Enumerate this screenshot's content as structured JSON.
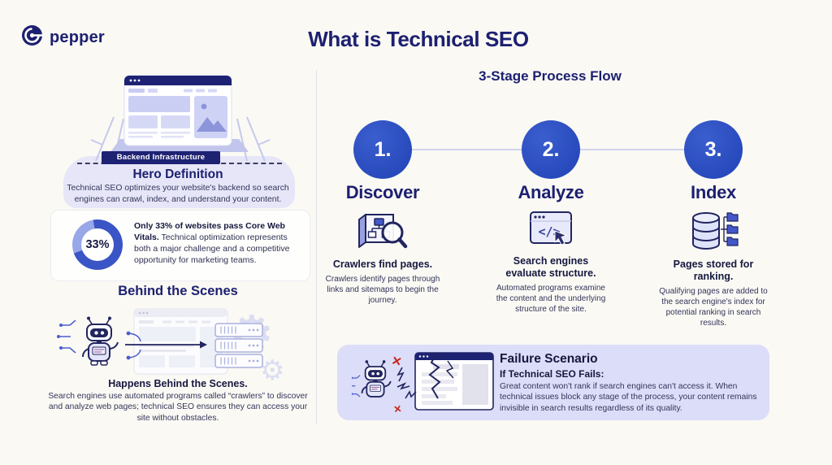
{
  "colors": {
    "background": "#faf9f4",
    "navy": "#1d2070",
    "accent_blue": "#2a4fc2",
    "lavender_panel": "#dcddf8",
    "light_lavender": "#e6e6f8",
    "error_red": "#c5281c"
  },
  "header": {
    "logo_text": "pepper",
    "title": "What is Technical SEO"
  },
  "left": {
    "hero": {
      "banner_label": "Backend Infrastructure",
      "heading": "Hero Definition",
      "body": "Technical SEO optimizes your website's backend so search engines can crawl, index, and understand your content."
    },
    "stat": {
      "value": "33%",
      "lead": "Only 33% of websites pass Core Web Vitals.",
      "body": " Technical optimization represents both a major challenge and a competitive opportunity for marketing teams."
    },
    "behind": {
      "heading": "Behind the Scenes",
      "caption": "Happens Behind the Scenes.",
      "body": "Search engines use automated programs called “crawlers” to discover and analyze web pages; technical SEO ensures they can access your site without obstacles."
    }
  },
  "process": {
    "heading": "3-Stage Process Flow",
    "stages": [
      {
        "number": "1.",
        "title": "Discover",
        "icon": "sitemap-magnifier-icon",
        "caption": "Crawlers find pages.",
        "body": "Crawlers identify pages through links and sitemaps to begin the journey."
      },
      {
        "number": "2.",
        "title": "Analyze",
        "icon": "code-window-icon",
        "caption": "Search engines evaluate structure.",
        "body": "Automated programs examine the content and the underlying structure of the site."
      },
      {
        "number": "3.",
        "title": "Index",
        "icon": "database-folders-icon",
        "caption": "Pages stored for ranking.",
        "body": "Qualifying pages are added to the search engine's index for potential ranking in search results."
      }
    ]
  },
  "failure": {
    "heading": "Failure Scenario",
    "subheading": "If Technical SEO Fails:",
    "body": "Great content won't rank if search engines can't access it. When technical issues block any stage of the process, your content remains invisible in search results regardless of its quality."
  }
}
